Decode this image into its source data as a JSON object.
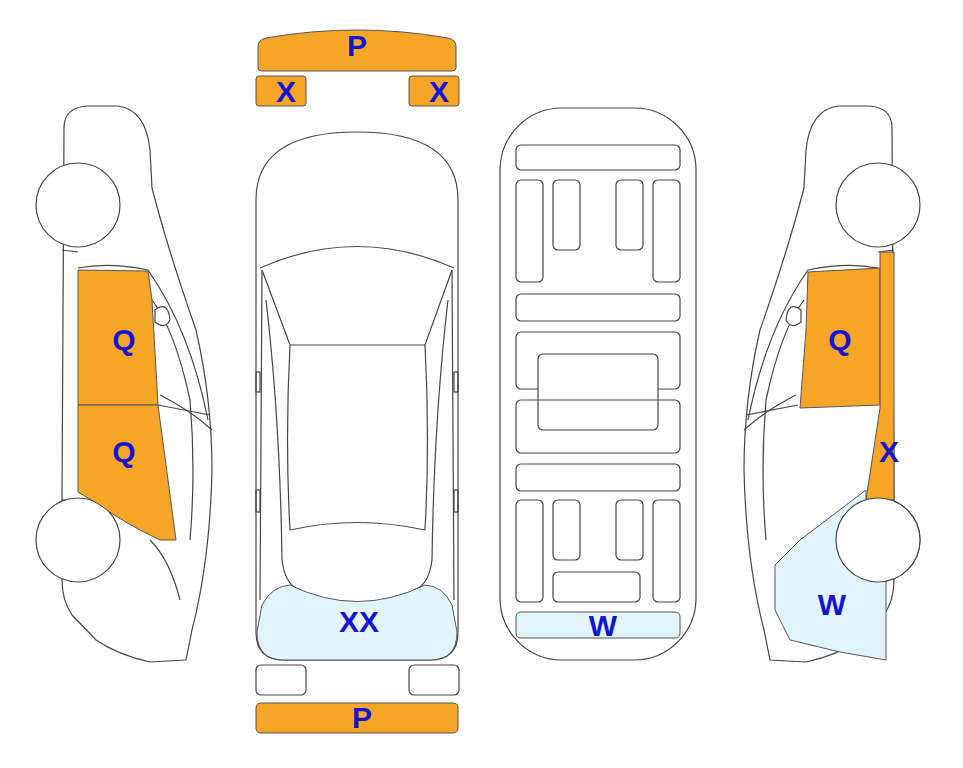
{
  "diagram": {
    "nodes": [
      {
        "text": [
          "P"
        ]
      },
      {
        "text": [
          "X"
        ]
      },
      {
        "text": [
          "X"
        ]
      },
      {
        "text": [
          "Q"
        ]
      },
      {
        "text": [
          "Q"
        ]
      },
      {
        "text": [
          "XX"
        ]
      },
      {
        "text": [
          "P"
        ]
      },
      {
        "text": [
          "W"
        ]
      },
      {
        "text": [
          "Q"
        ]
      },
      {
        "text": [
          "X"
        ]
      },
      {
        "text": [
          "W"
        ]
      }
    ]
  }
}
